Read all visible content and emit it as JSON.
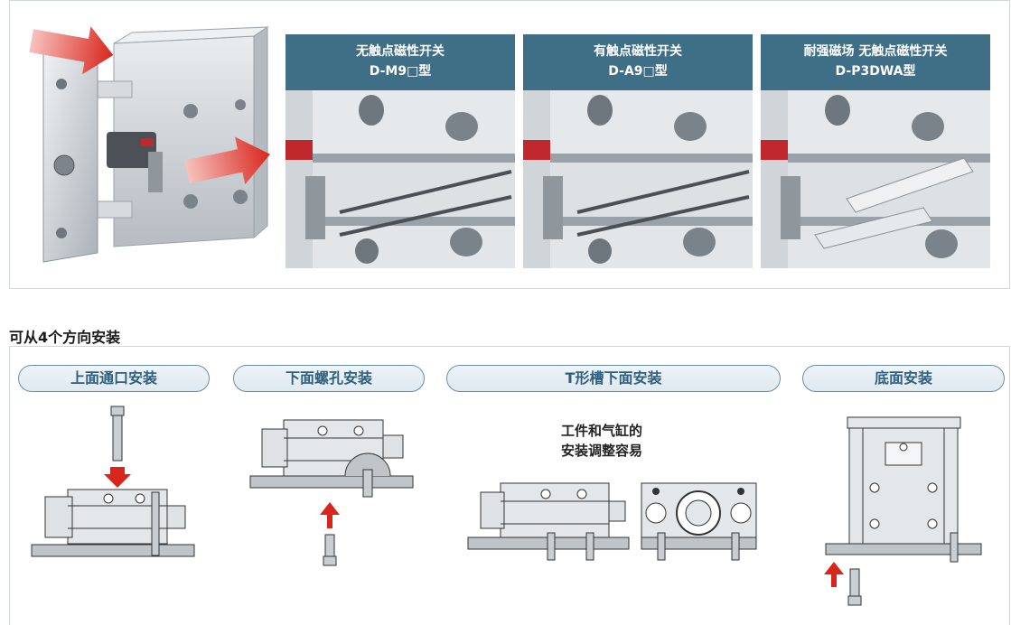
{
  "top": {
    "panels": [
      {
        "line1": "无触点磁性开关",
        "line2": "D-M9□型"
      },
      {
        "line1": "有触点磁性开关",
        "line2": "D-A9□型"
      },
      {
        "line1": "耐强磁场 无触点磁性开关",
        "line2": "D-P3DWA型"
      }
    ]
  },
  "section": {
    "title": "可从4个方向安装"
  },
  "methods": [
    {
      "label": "上面通口安装"
    },
    {
      "label": "下面螺孔安装"
    },
    {
      "label": "T形槽下面安装"
    },
    {
      "label": "底面安装"
    }
  ],
  "note": {
    "line1": "工件和气缸的",
    "line2": "安装调整容易"
  },
  "colors": {
    "header_blue": "#3f6e87",
    "pill_border": "#6d8fa6",
    "pill_text": "#2f5f7e",
    "arrow_red": "#d8261d",
    "metal": "#c9ced2"
  }
}
